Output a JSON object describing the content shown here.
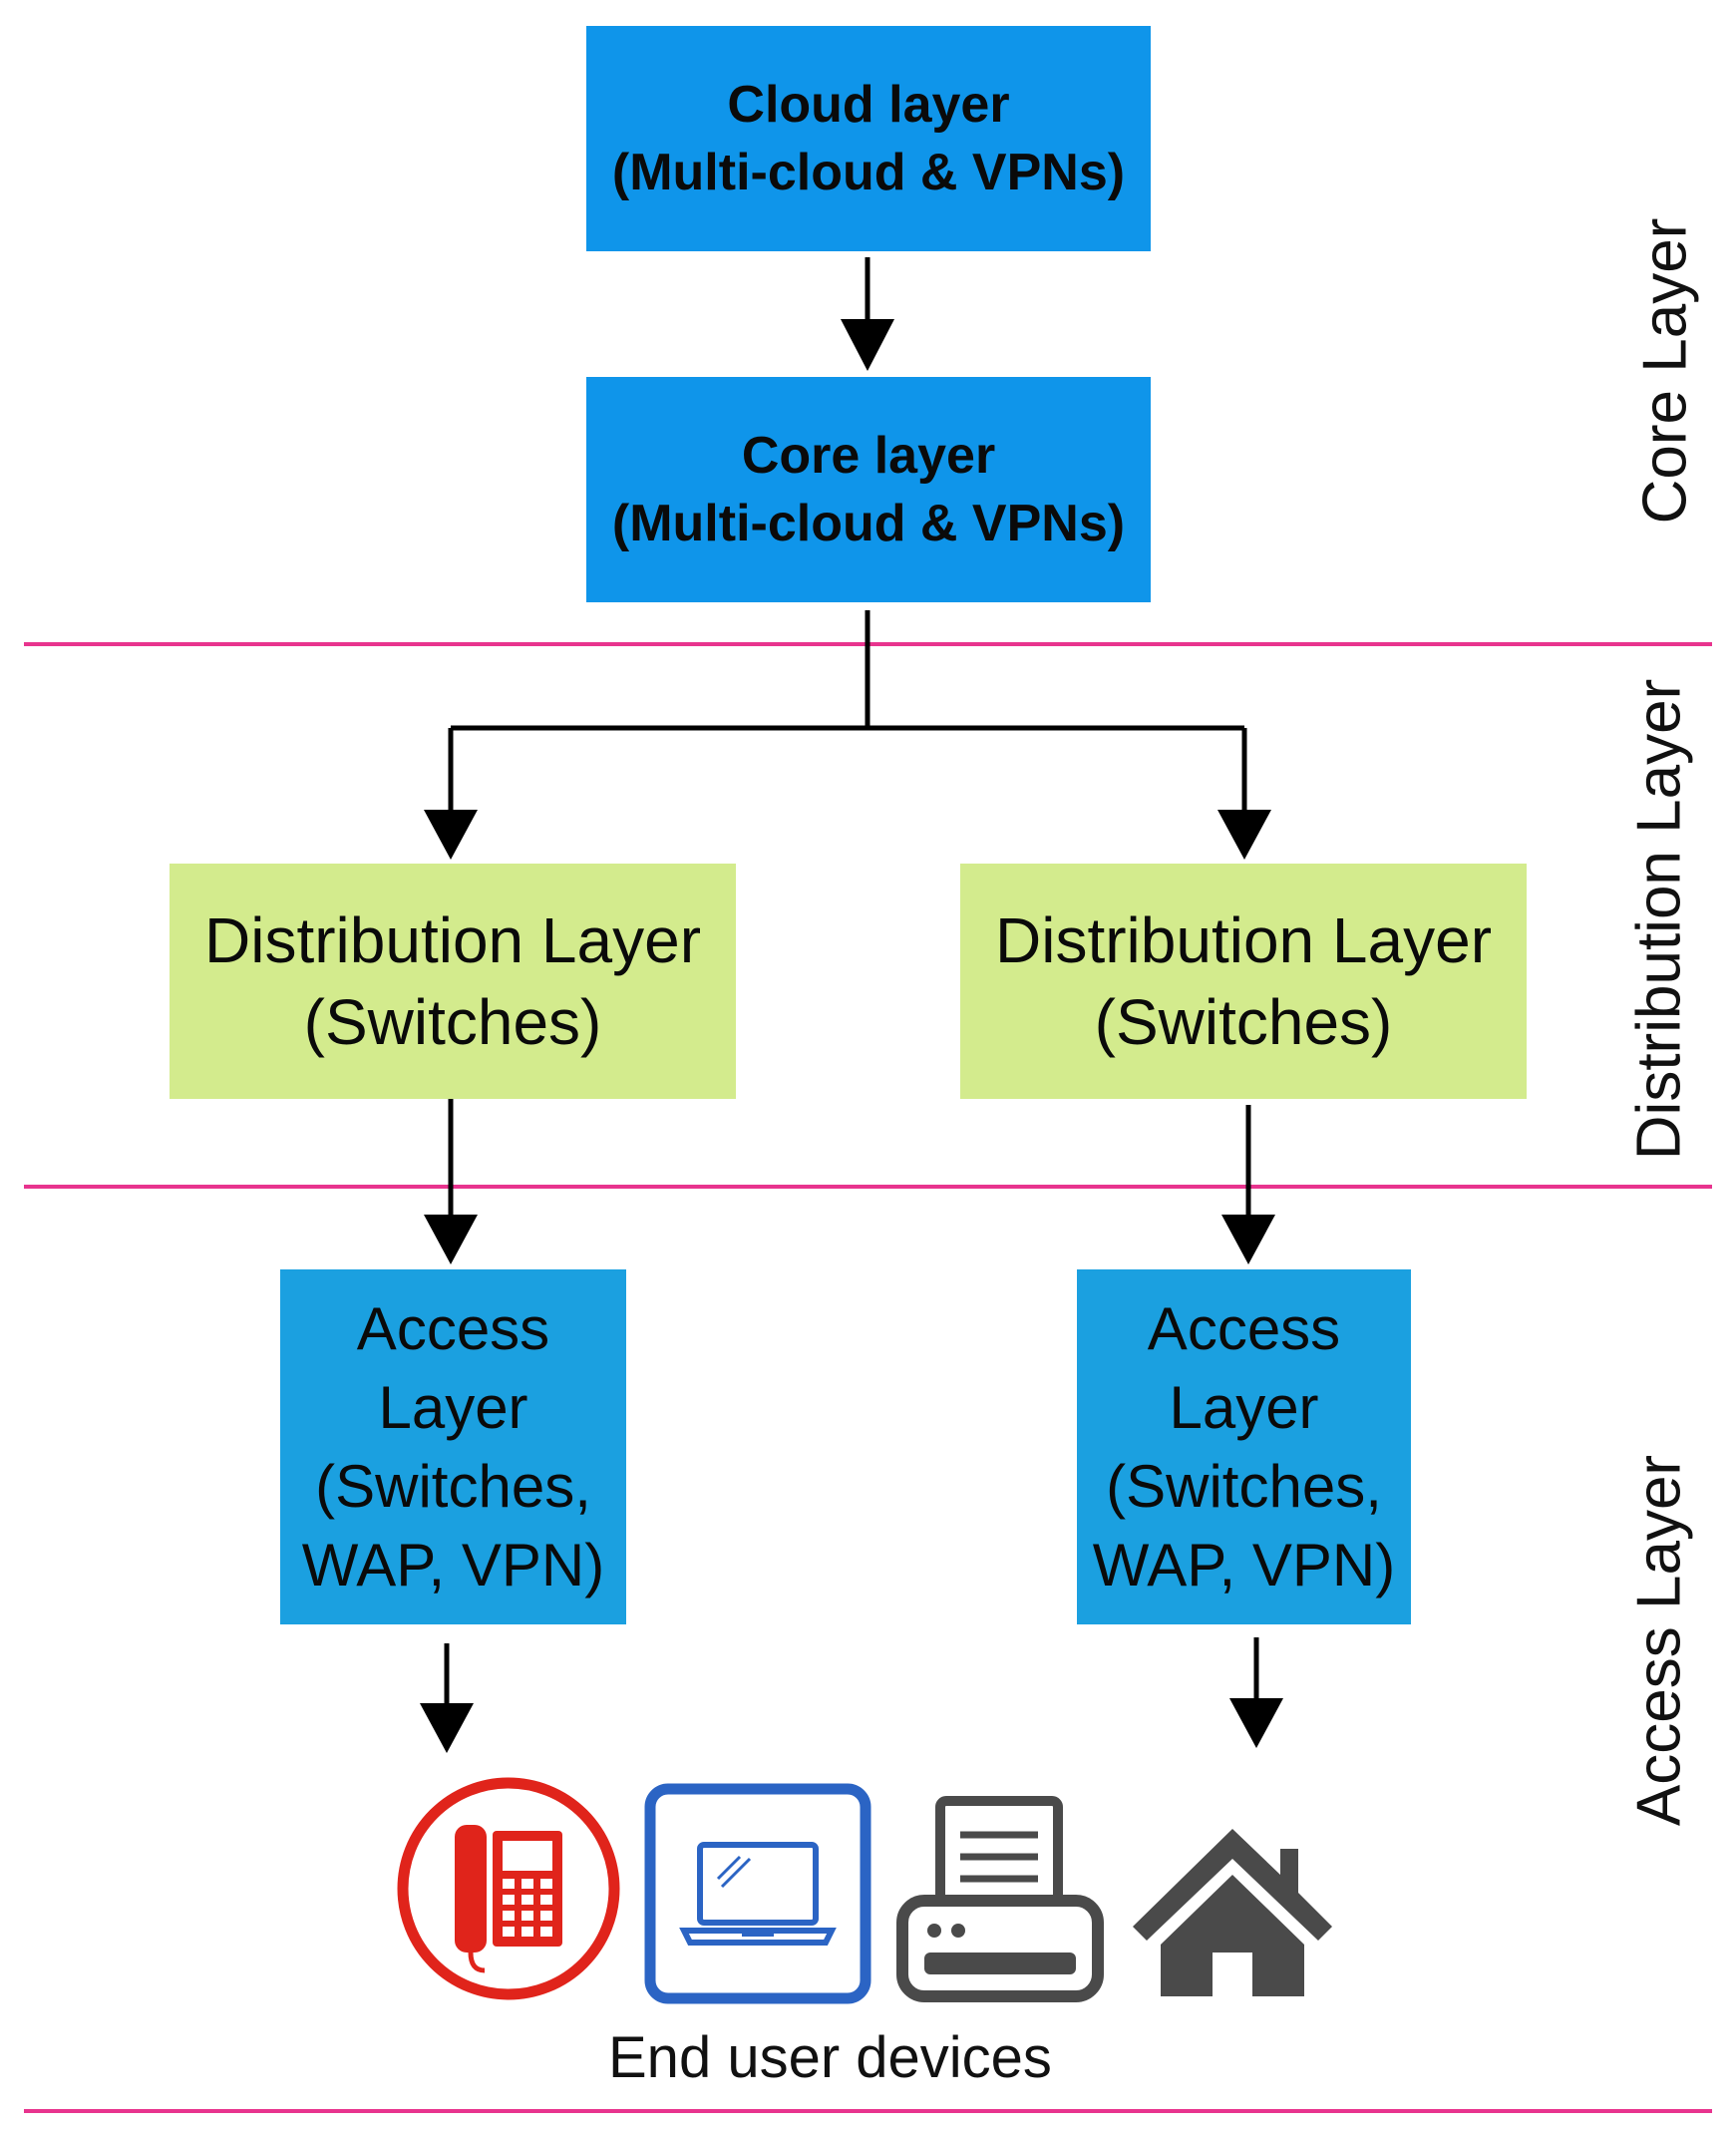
{
  "boxes": {
    "cloud": {
      "lines": [
        "Cloud layer",
        "(Multi-cloud & VPNs)"
      ]
    },
    "core": {
      "lines": [
        "Core layer",
        "(Multi-cloud & VPNs)"
      ]
    },
    "distribution_left": {
      "lines": [
        "Distribution Layer",
        "(Switches)"
      ]
    },
    "distribution_right": {
      "lines": [
        "Distribution Layer",
        "(Switches)"
      ]
    },
    "access_left": {
      "lines": [
        "Access",
        "Layer",
        "(Switches,",
        "WAP, VPN)"
      ]
    },
    "access_right": {
      "lines": [
        "Access",
        "Layer",
        "(Switches,",
        "WAP, VPN)"
      ]
    }
  },
  "side_labels": {
    "core": "Core Layer",
    "distribution": "Distribution Layer",
    "access": "Access Layer"
  },
  "devices": {
    "caption": "End user devices",
    "icons": [
      "phone-icon",
      "laptop-icon",
      "printer-icon",
      "home-icon"
    ]
  },
  "colors": {
    "blue_box": "#0f95ea",
    "blue_box_light": "#1ba0e0",
    "green_box": "#d3eb8d",
    "divider": "#e8348e",
    "arrow": "#000000",
    "phone_red": "#e0241b",
    "laptop_blue": "#2b64c4",
    "device_gray": "#4a4a4a"
  }
}
